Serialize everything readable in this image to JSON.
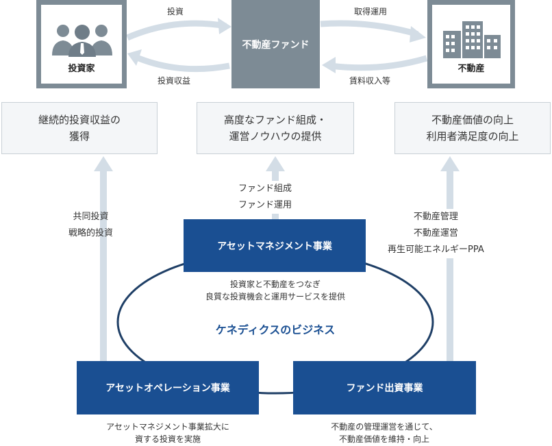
{
  "top": {
    "investor_label": "投資家",
    "fund_label": "不動産ファンド",
    "realestate_label": "不動産",
    "flow_invest": "投資",
    "flow_return": "投資収益",
    "flow_acquire": "取得運用",
    "flow_rent": "賃料収入等"
  },
  "values": {
    "left": [
      "継続的投資収益の",
      "獲得"
    ],
    "center": [
      "高度なファンド組成・",
      "運営ノウハウの提供"
    ],
    "right": [
      "不動産価値の向上",
      "利用者満足度の向上"
    ]
  },
  "side": {
    "left": [
      "共同投資",
      "戦略的投資"
    ],
    "center": [
      "ファンド組成",
      "ファンド運用"
    ],
    "right": [
      "不動産管理",
      "不動産運営",
      "再生可能エネルギーPPA"
    ]
  },
  "business": {
    "am_label": "アセットマネジメント事業",
    "am_desc": [
      "投資家と不動産をつなぎ",
      "良質な投資機会と運用サービスを提供"
    ],
    "center_title": "ケネディクスのビジネス",
    "ao_label": "アセットオペレーション事業",
    "ao_desc": [
      "アセットマネジメント事業拡大に",
      "資する投資を実施"
    ],
    "fi_label": "ファンド出資事業",
    "fi_desc": [
      "不動産の管理運営を通じて、",
      "不動産価値を維持・向上"
    ]
  },
  "colors": {
    "gray_box": "#7d8b95",
    "navy": "#1a4f92",
    "arrow": "#d3dde6"
  }
}
